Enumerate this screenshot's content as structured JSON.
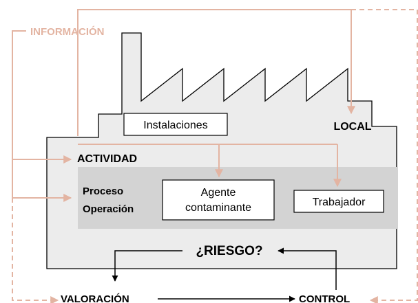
{
  "colors": {
    "accent": "#e3b4a2",
    "factory_fill": "#ececec",
    "process_band": "#d3d3d3",
    "line": "#000000"
  },
  "diagram": {
    "informacion": "INFORMACIÓN",
    "instalaciones": "Instalaciones",
    "local": "LOCAL",
    "actividad": "ACTIVIDAD",
    "proceso": "Proceso",
    "operacion": "Operación",
    "agente_line1": "Agente",
    "agente_line2": "contaminante",
    "trabajador": "Trabajador",
    "riesgo": "¿RIESGO?",
    "valoracion": "VALORACIÓN",
    "control": "CONTROL"
  }
}
